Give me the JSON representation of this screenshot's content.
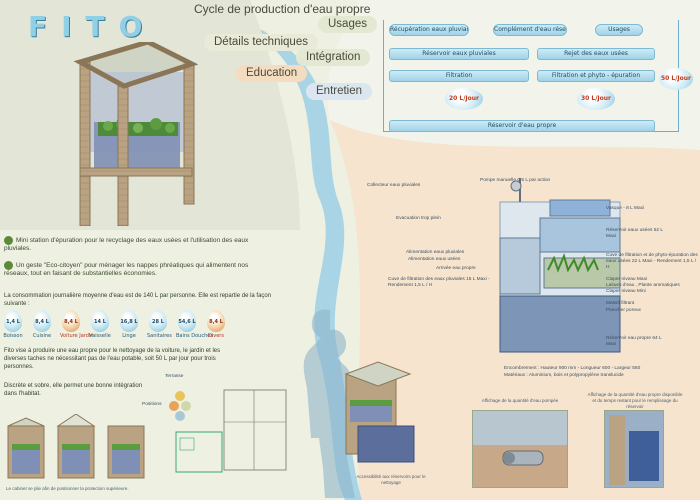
{
  "brand": {
    "logo": "FITO"
  },
  "nav": {
    "cycle": "Cycle de production d'eau propre",
    "usages": "Usages",
    "details": "Détails techniques",
    "integration": "Intégration",
    "education": "Education",
    "entretien": "Entretien"
  },
  "flow": {
    "top_boxes": [
      "Récupération eaux pluviales",
      "Complément d'eau réseau",
      "Usages"
    ],
    "mid_left": "Réservoir eaux pluviales",
    "mid_right": "Rejet des eaux usées",
    "filt_left": "Filtration",
    "filt_right": "Filtration et phyto - épuration",
    "drop_left": "20 L/Jour",
    "drop_right": "30 L/Jour",
    "drop_side": "50 L/Jour",
    "bottom": "Réservoir d'eau propre"
  },
  "intro": {
    "bullet1": "Mini station d'épuration pour le recyclage des eaux usées et l'utilisation des eaux pluviales.",
    "bullet2": "Un geste \"Eco-citoyen\" pour ménager les nappes phréatiques qui alimentent nos réseaux, tout en faisant de substantielles économies."
  },
  "consumption": {
    "text": "La consommation journalière moyenne d'eau est de 140 L par personne. Elle est repartie de la façon suivante :",
    "items": [
      {
        "value": "1,4 L",
        "label": "Boisson",
        "hot": false
      },
      {
        "value": "8,4 L",
        "label": "Cuisine",
        "hot": false
      },
      {
        "value": "8,4 L",
        "label": "Voiture Jardin",
        "hot": true
      },
      {
        "value": "14 L",
        "label": "Vaisselle",
        "hot": false
      },
      {
        "value": "16,8 L",
        "label": "Linge",
        "hot": false
      },
      {
        "value": "28 L",
        "label": "Sanitaires",
        "hot": false
      },
      {
        "value": "54,6 L",
        "label": "Bains Douches",
        "hot": false
      },
      {
        "value": "8,4 L",
        "label": "Divers",
        "hot": true
      }
    ]
  },
  "produce_text": "Fito vise à produire une eau propre pour le nettoyage de la voiture, le jardin et les diverses taches ne nécessitant pas de l'eau potable, soit 50 L par jour pour trois personnes.",
  "discrete_text": "Discrète et sobre, elle permet une bonne intégration dans l'habitat.",
  "bottom_caption": "Le cabinet se plie afin de positionner la protection supérieure.",
  "plan_labels": {
    "top": "Terrasse",
    "left": "Positions"
  },
  "diagram_labels": [
    "Collecteur eaux pluviales",
    "Pompe manuelle 0,5 L par action",
    "Evacuation trop plein",
    "Alimentation eaux pluviales",
    "Alimentation eaux usées",
    "Arrivée eau propre",
    "Cuve de filtration des eaux pluviales 15 L Maxi - Rendement 1,5 L / H",
    "Vasque - 8 L Maxi",
    "Réservoir eaux usées 52 L Maxi",
    "Cuve de filtration et de phyto-épuration des eaux usées 22 L Maxi - Rendement 1,5 L / H",
    "Claper niveau Maxi",
    "Laitues d'eau , Plante aromatiques",
    "Claper niveau Mini",
    "Massif filtrant",
    "Plancher poreux",
    "Réservoir eau propre 64 L Maxi"
  ],
  "specs": {
    "line1": "Encombrement : Hauteur 900 mm - Longueur 600 - Largeur 550",
    "line2": "Matériaux : Aluminium, bois et polypropylène translucide"
  },
  "captions": {
    "access": "Accessibilité aux réservoirs pour le nettoyage",
    "pumped": "Affichage de la quantité d'eau pompée",
    "remaining": "Affichage de la quantité d'eau propre disponible et du temps restant pour le remplissage du réservoir"
  }
}
